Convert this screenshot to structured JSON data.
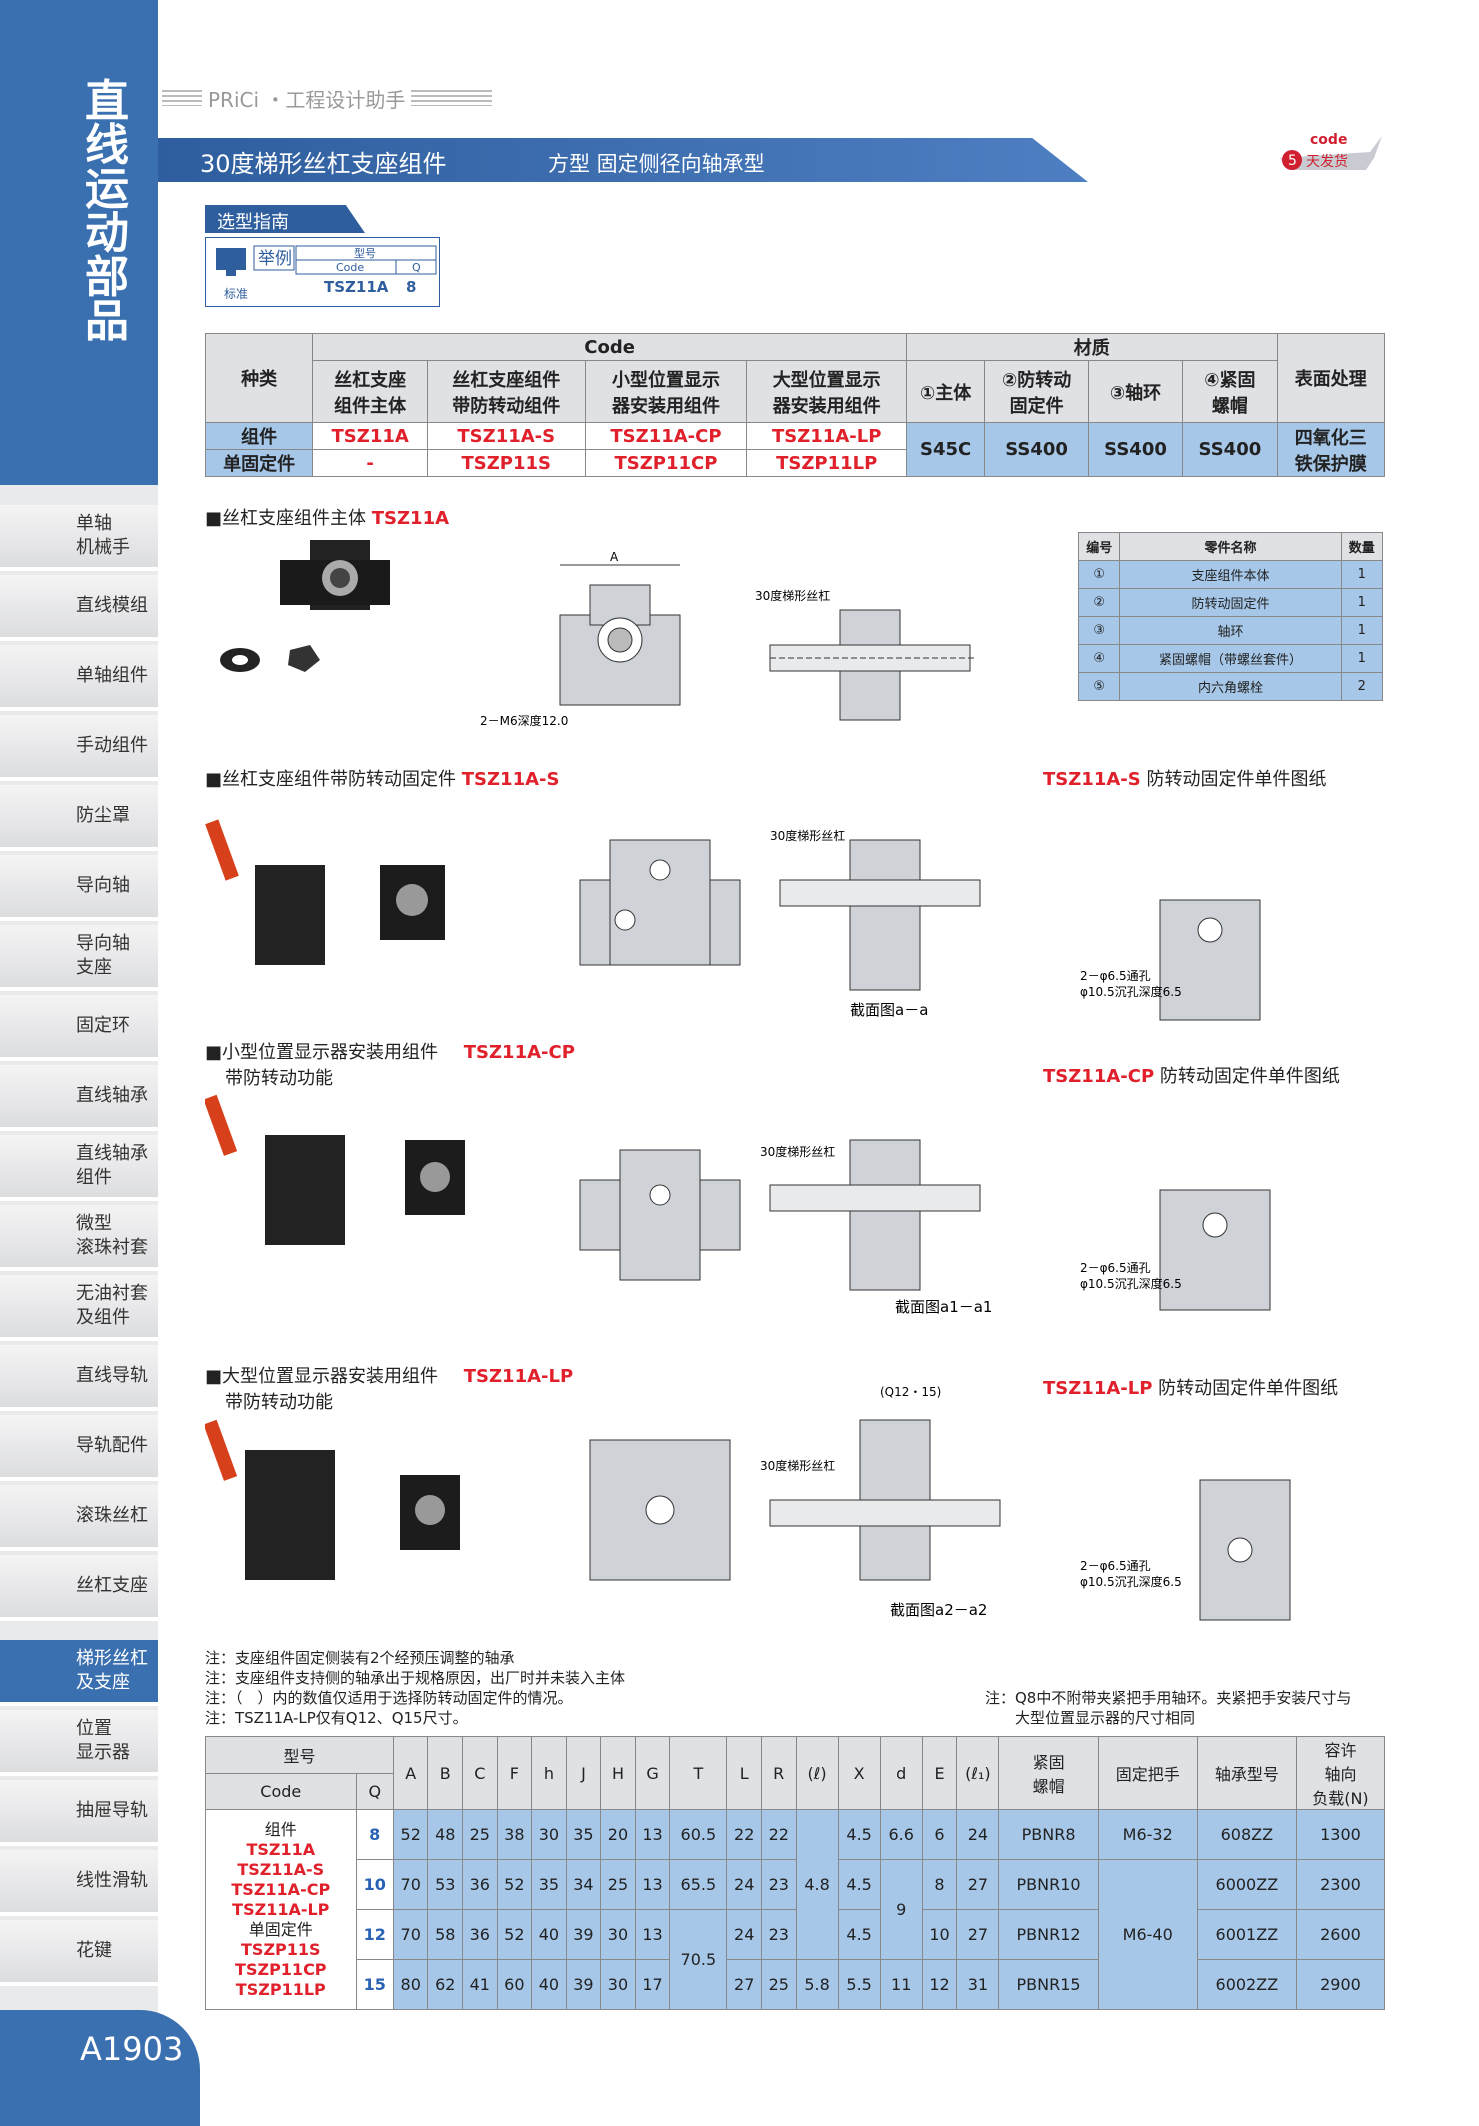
{
  "sidebar": {
    "category": "直线运动部品",
    "items": [
      {
        "label": "单轴\n机械手"
      },
      {
        "label": "直线模组"
      },
      {
        "label": "单轴组件"
      },
      {
        "label": "手动组件"
      },
      {
        "label": "防尘罩"
      },
      {
        "label": "导向轴"
      },
      {
        "label": "导向轴\n支座"
      },
      {
        "label": "固定环"
      },
      {
        "label": "直线轴承"
      },
      {
        "label": "直线轴承\n组件"
      },
      {
        "label": "微型\n滚珠衬套"
      },
      {
        "label": "无油衬套\n及组件"
      },
      {
        "label": "直线导轨"
      },
      {
        "label": "导轨配件"
      },
      {
        "label": "滚珠丝杠"
      },
      {
        "label": "丝杠支座"
      },
      {
        "label": "梯形丝杠\n及支座"
      },
      {
        "label": "位置\n显示器"
      },
      {
        "label": "抽屉导轨"
      },
      {
        "label": "线性滑轨"
      },
      {
        "label": "花键"
      }
    ],
    "active_index": 16,
    "page_number": "A1903"
  },
  "header": {
    "brand": "PRiCi ・工程设计助手",
    "title": "30度梯形丝杠支座组件",
    "subtitle": "方型 固定侧径向轴承型",
    "badge_code": "code",
    "badge_days": "5",
    "badge_text": "天发货"
  },
  "guide": {
    "tab": "选型指南",
    "example": "举例",
    "type_label": "型号",
    "code_label": "Code",
    "q_label": "Q",
    "standard": "标准",
    "code_value": "TSZ11A",
    "q_value": "8"
  },
  "spec_table": {
    "code_header": "Code",
    "material_header": "材质",
    "type_col": "种类",
    "cols": [
      "丝杠支座\n组件主体",
      "丝杠支座组件\n带防转动组件",
      "小型位置显示\n器安装用组件",
      "大型位置显示\n器安装用组件"
    ],
    "material_cols": [
      "①主体",
      "②防转动\n固定件",
      "③轴环",
      "④紧固\n螺帽"
    ],
    "surface_col": "表面处理",
    "rows": [
      {
        "type": "组件",
        "codes": [
          "TSZ11A",
          "TSZ11A-S",
          "TSZ11A-CP",
          "TSZ11A-LP"
        ]
      },
      {
        "type": "单固定件",
        "codes": [
          "-",
          "TSZP11S",
          "TSZP11CP",
          "TSZP11LP"
        ]
      }
    ],
    "materials": [
      "S45C",
      "SS400",
      "SS400",
      "SS400"
    ],
    "surface": "四氧化三\n铁保护膜"
  },
  "sections": [
    {
      "label": "■丝杠支座组件主体",
      "code": "TSZ11A"
    },
    {
      "label": "■丝杠支座组件带防转动固定件",
      "code": "TSZ11A-S",
      "right_code": "TSZ11A-S",
      "right_label": "防转动固定件单件图纸"
    },
    {
      "label": "■小型位置显示器安装用组件",
      "label2": "带防转动功能",
      "code": "TSZ11A-CP",
      "right_code": "TSZ11A-CP",
      "right_label": "防转动固定件单件图纸"
    },
    {
      "label": "■大型位置显示器安装用组件",
      "label2": "带防转动功能",
      "code": "TSZ11A-LP",
      "right_code": "TSZ11A-LP",
      "right_label": "防转动固定件单件图纸"
    }
  ],
  "parts_table": {
    "headers": [
      "编号",
      "零件名称",
      "数量"
    ],
    "rows": [
      [
        "①",
        "支座组件本体",
        "1"
      ],
      [
        "②",
        "防转动固定件",
        "1"
      ],
      [
        "③",
        "轴环",
        "1"
      ],
      [
        "④",
        "紧固螺帽（带螺丝套件）",
        "1"
      ],
      [
        "⑤",
        "内六角螺栓",
        "2"
      ]
    ]
  },
  "drawing_labels": {
    "screw": "30度梯形丝杠",
    "section_a": "截面图a－a",
    "section_a1": "截面图a1－a1",
    "section_a2": "截面图a2－a2",
    "hole1": "2－φ6.5通孔",
    "hole2": "φ10.5沉孔深度6.5",
    "m6depth": "2－M6深度12.0",
    "q_note": "(Q12・15)"
  },
  "notes": [
    "注：支座组件固定侧装有2个经预压调整的轴承",
    "注：支座组件支持侧的轴承出于规格原因，出厂时并未装入主体",
    "注：（　）内的数值仅适用于选择防转动固定件的情况。",
    "注：TSZ11A-LP仅有Q12、Q15尺寸。"
  ],
  "note_right": "注：Q8中不附带夹紧把手用轴环。夹紧把手安装尺寸与\n　　大型位置显示器的尺寸相同",
  "dim_table": {
    "type_header": "型号",
    "code_header": "Code",
    "q_header": "Q",
    "cols": [
      "A",
      "B",
      "C",
      "F",
      "h",
      "J",
      "H",
      "G",
      "T",
      "L",
      "R",
      "(ℓ)",
      "X",
      "d",
      "E",
      "(ℓ₁)",
      "紧固\n螺帽",
      "固定把手",
      "轴承型号",
      "容许\n轴向\n负载(N)"
    ],
    "code_block": [
      "组件",
      "TSZ11A",
      "TSZ11A-S",
      "TSZ11A-CP",
      "TSZ11A-LP",
      "单固定件",
      "TSZP11S",
      "TSZP11CP",
      "TSZP11LP"
    ],
    "rows": [
      {
        "q": "8",
        "A": "52",
        "B": "48",
        "C": "25",
        "F": "38",
        "h": "30",
        "J": "35",
        "H": "20",
        "G": "13",
        "T": "60.5",
        "L": "22",
        "R": "22",
        "X": "4.5",
        "d": "6.6",
        "E": "6",
        "l1": "24",
        "nut": "PBNR8",
        "bearing": "608ZZ",
        "load": "1300"
      },
      {
        "q": "10",
        "A": "70",
        "B": "53",
        "C": "36",
        "F": "52",
        "h": "35",
        "J": "34",
        "H": "25",
        "G": "13",
        "T": "65.5",
        "L": "24",
        "R": "23",
        "X": "4.5",
        "d": "",
        "E": "8",
        "l1": "27",
        "nut": "PBNR10",
        "bearing": "6000ZZ",
        "load": "2300"
      },
      {
        "q": "12",
        "A": "70",
        "B": "58",
        "C": "36",
        "F": "52",
        "h": "40",
        "J": "39",
        "H": "30",
        "G": "13",
        "T": "",
        "L": "24",
        "R": "23",
        "X": "4.5",
        "d": "",
        "E": "10",
        "l1": "27",
        "nut": "PBNR12",
        "bearing": "6001ZZ",
        "load": "2600"
      },
      {
        "q": "15",
        "A": "80",
        "B": "62",
        "C": "41",
        "F": "60",
        "h": "40",
        "J": "39",
        "H": "30",
        "G": "17",
        "T": "",
        "L": "27",
        "R": "25",
        "X": "5.5",
        "d": "11",
        "E": "12",
        "l1": "31",
        "nut": "PBNR15",
        "bearing": "6002ZZ",
        "load": "2900"
      }
    ],
    "merged_l": "4.8",
    "merged_l2": "5.8",
    "merged_d": "9",
    "merged_T": "70.5",
    "handle1": "M6-32",
    "handle2": "M6-40"
  }
}
